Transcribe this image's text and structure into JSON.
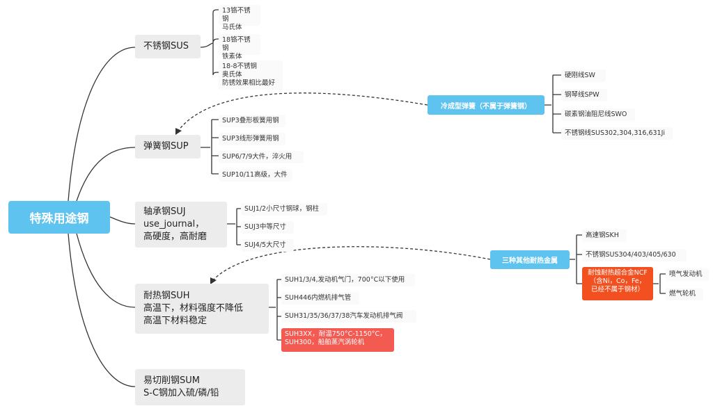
{
  "root": "特殊用途钢",
  "branches": {
    "sus": {
      "label": "不锈钢SUS",
      "items": [
        "13铬不锈钢\n马氏体",
        "18铬不锈钢\n铁素体",
        "18-8不锈钢\n奥氏体\n防锈效果相比最好"
      ]
    },
    "sup": {
      "label": "弹簧钢SUP",
      "items": [
        "SUP3叠形板簧用钢",
        "SUP3线形弹簧用钢",
        "SUP6/7/9大件，淬火用",
        "SUP10/11高级，大件"
      ]
    },
    "suj": {
      "label": "轴承钢SUJ\nuse_journal，\n高硬度，高耐磨",
      "items": [
        "SUJ1/2小尺寸钢球，钢柱",
        "SUJ3中等尺寸",
        "SUJ4/5大尺寸"
      ]
    },
    "suh": {
      "label": "耐热钢SUH\n高温下，材料强度不降低\n高温下材料稳定",
      "items": [
        "SUH1/3/4,发动机气门，700°C以下使用",
        "SUH446内燃机排气管",
        "SUH31/35/36/37/38汽车发动机排气阀",
        "SUH3XX，耐温750°C-1150°C，\nSUH300，船舶蒸汽涡轮机"
      ]
    },
    "sum": {
      "label": "易切削钢SUM\nS-C钢加入硫/磷/铅"
    }
  },
  "floating": {
    "spring": {
      "label": "冷成型弹簧（不属于弹簧钢）",
      "items": [
        "硬刚线SW",
        "钢琴线SPW",
        "碳素钢油阻尼线SWO",
        "不锈钢线SUS302,304,316,631Ji"
      ]
    },
    "heat": {
      "label": "三种其他耐热金属",
      "items": [
        "高速钢SKH",
        "不锈钢SUS304/403/405/630",
        "耐蚀耐热超合金NCF\n（含Ni，Co，Fe，\n已经不属于钢材）"
      ],
      "sub": [
        "喷气发动机",
        "燃气轮机"
      ]
    }
  },
  "colors": {
    "root": "#5ec3ef",
    "float": "#5ec3ef",
    "highlight": "#f35a52",
    "alloy": "#f25020",
    "line": "#333333"
  }
}
